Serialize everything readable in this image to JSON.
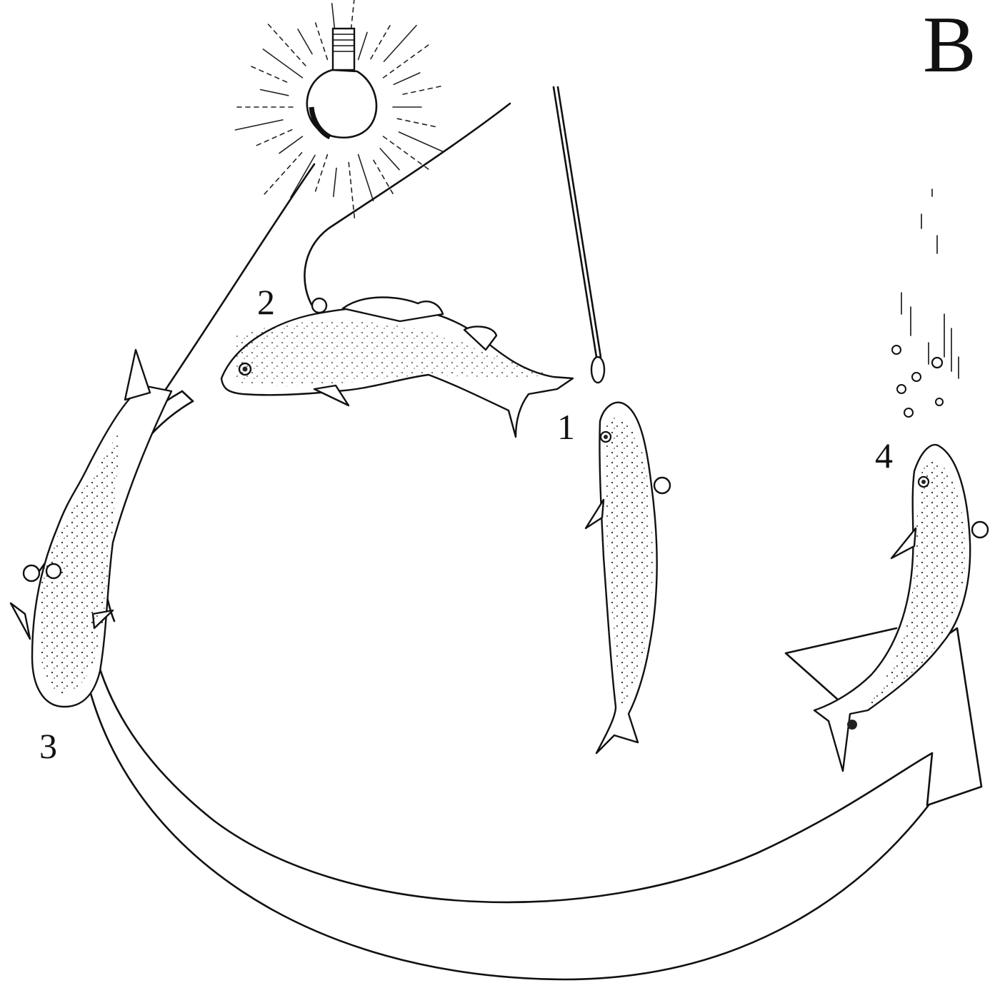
{
  "panel_label": "B",
  "steps": [
    {
      "label": "1"
    },
    {
      "label": "2"
    },
    {
      "label": "3"
    },
    {
      "label": "4"
    }
  ],
  "icons": {
    "light": "light-bulb-icon",
    "fish": "fish-icon"
  },
  "colors": {
    "ink": "#111111",
    "background": "#ffffff"
  }
}
